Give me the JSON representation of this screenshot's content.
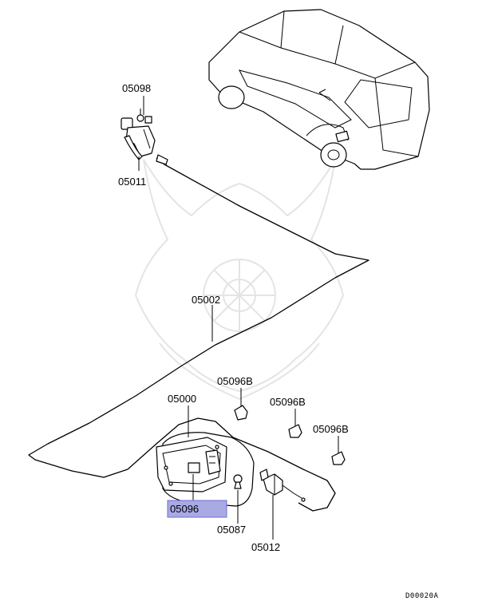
{
  "parts": {
    "p05098": "05098",
    "p05011": "05011",
    "p05002": "05002",
    "p05096b_1": "05096B",
    "p05096b_2": "05096B",
    "p05096b_3": "05096B",
    "p05000": "05000",
    "p05096": "05096",
    "p05087": "05087",
    "p05012": "05012"
  },
  "diagram_code": "D00020A",
  "colors": {
    "highlight_fill": "#a9a9e4",
    "highlight_stroke": "#6f6fcf",
    "line": "#000000",
    "watermark": "#e4e4e4"
  }
}
